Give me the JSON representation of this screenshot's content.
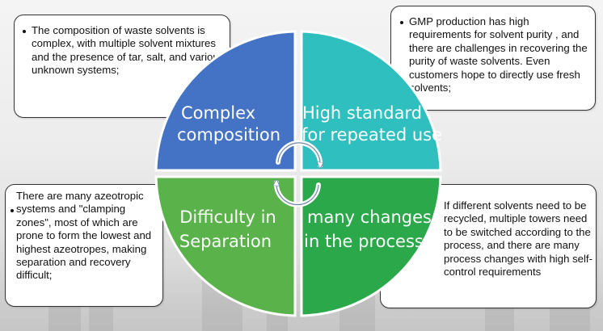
{
  "callouts": {
    "top_left": "The composition of waste solvents is complex, with multiple solvent mixtures and the presence of tar, salt, and various unknown systems;",
    "top_right": "GMP production has high requirements for solvent purity , and there are challenges in recovering the purity of waste solvents. Even customers hope to directly use fresh solvents;",
    "bottom_left": "There are many azeotropic systems and \"clamping zones\", most of which are prone to form the lowest and highest azeotropes, making separation and recovery difficult;",
    "bottom_right": "If different solvents need to be recycled, multiple towers need to be switched according to the process, and there are many process changes with high self-control requirements"
  },
  "quadrants": {
    "top_left": {
      "line1": "Complex",
      "line2": "composition",
      "color": "#4472c4"
    },
    "top_right": {
      "line1": "High standard",
      "line2": "for repeated use",
      "color": "#2fbfbf"
    },
    "bottom_left": {
      "line1": "Difficulty in",
      "line2": "Separation",
      "color": "#59b24a"
    },
    "bottom_right": {
      "line1": "many changes",
      "line2": "in the process",
      "color": "#2aa84a"
    }
  },
  "icons": {
    "center": "cycle-arrows-icon"
  }
}
